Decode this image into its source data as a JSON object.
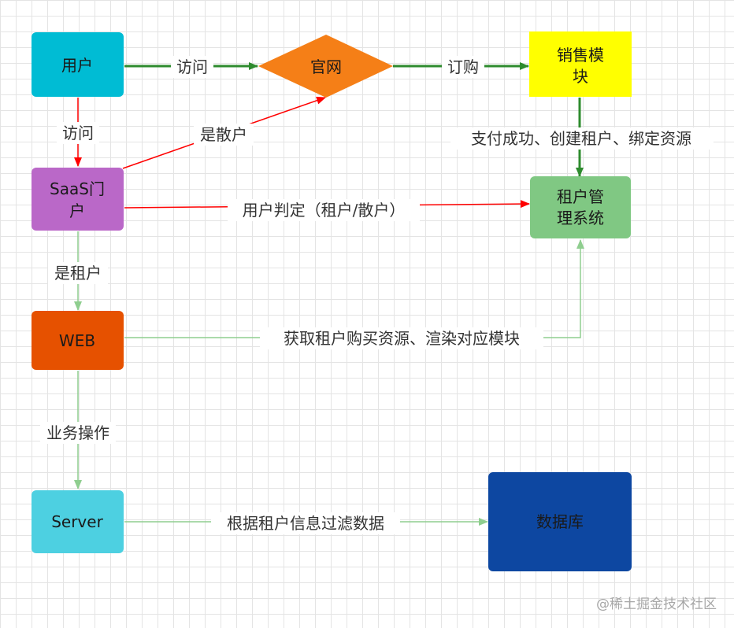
{
  "colors": {
    "user": "#00bcd4",
    "website": "#f57f17",
    "sales": "#ffff00",
    "tenant_mgmt": "#80c883",
    "saas_portal": "#ba68c8",
    "web": "#e65100",
    "server": "#4dd0e1",
    "database": "#0d47a1",
    "edge_dark_green": "#2e8b2e",
    "edge_red": "#ff0000",
    "edge_light_green": "#8fce8f"
  },
  "nodes": {
    "user": "用户",
    "website": "官网",
    "sales_line1": "销售模",
    "sales_line2": "块",
    "saas_line1": "SaaS门",
    "saas_line2": "户",
    "tenant_line1": "租户管",
    "tenant_line2": "理系统",
    "web": "WEB",
    "server": "Server",
    "database": "数据库"
  },
  "edges": {
    "user_to_website": "访问",
    "website_to_sales": "订购",
    "sales_to_tenant": "支付成功、创建租户、绑定资源",
    "user_to_saas": "访问",
    "saas_to_website": "是散户",
    "saas_to_tenant": "用户判定（租户/散户）",
    "saas_to_web": "是租户",
    "web_to_tenant": "获取租户购买资源、渲染对应模块",
    "web_to_server": "业务操作",
    "server_to_db": "根据租户信息过滤数据"
  },
  "watermark": "@稀土掘金技术社区"
}
